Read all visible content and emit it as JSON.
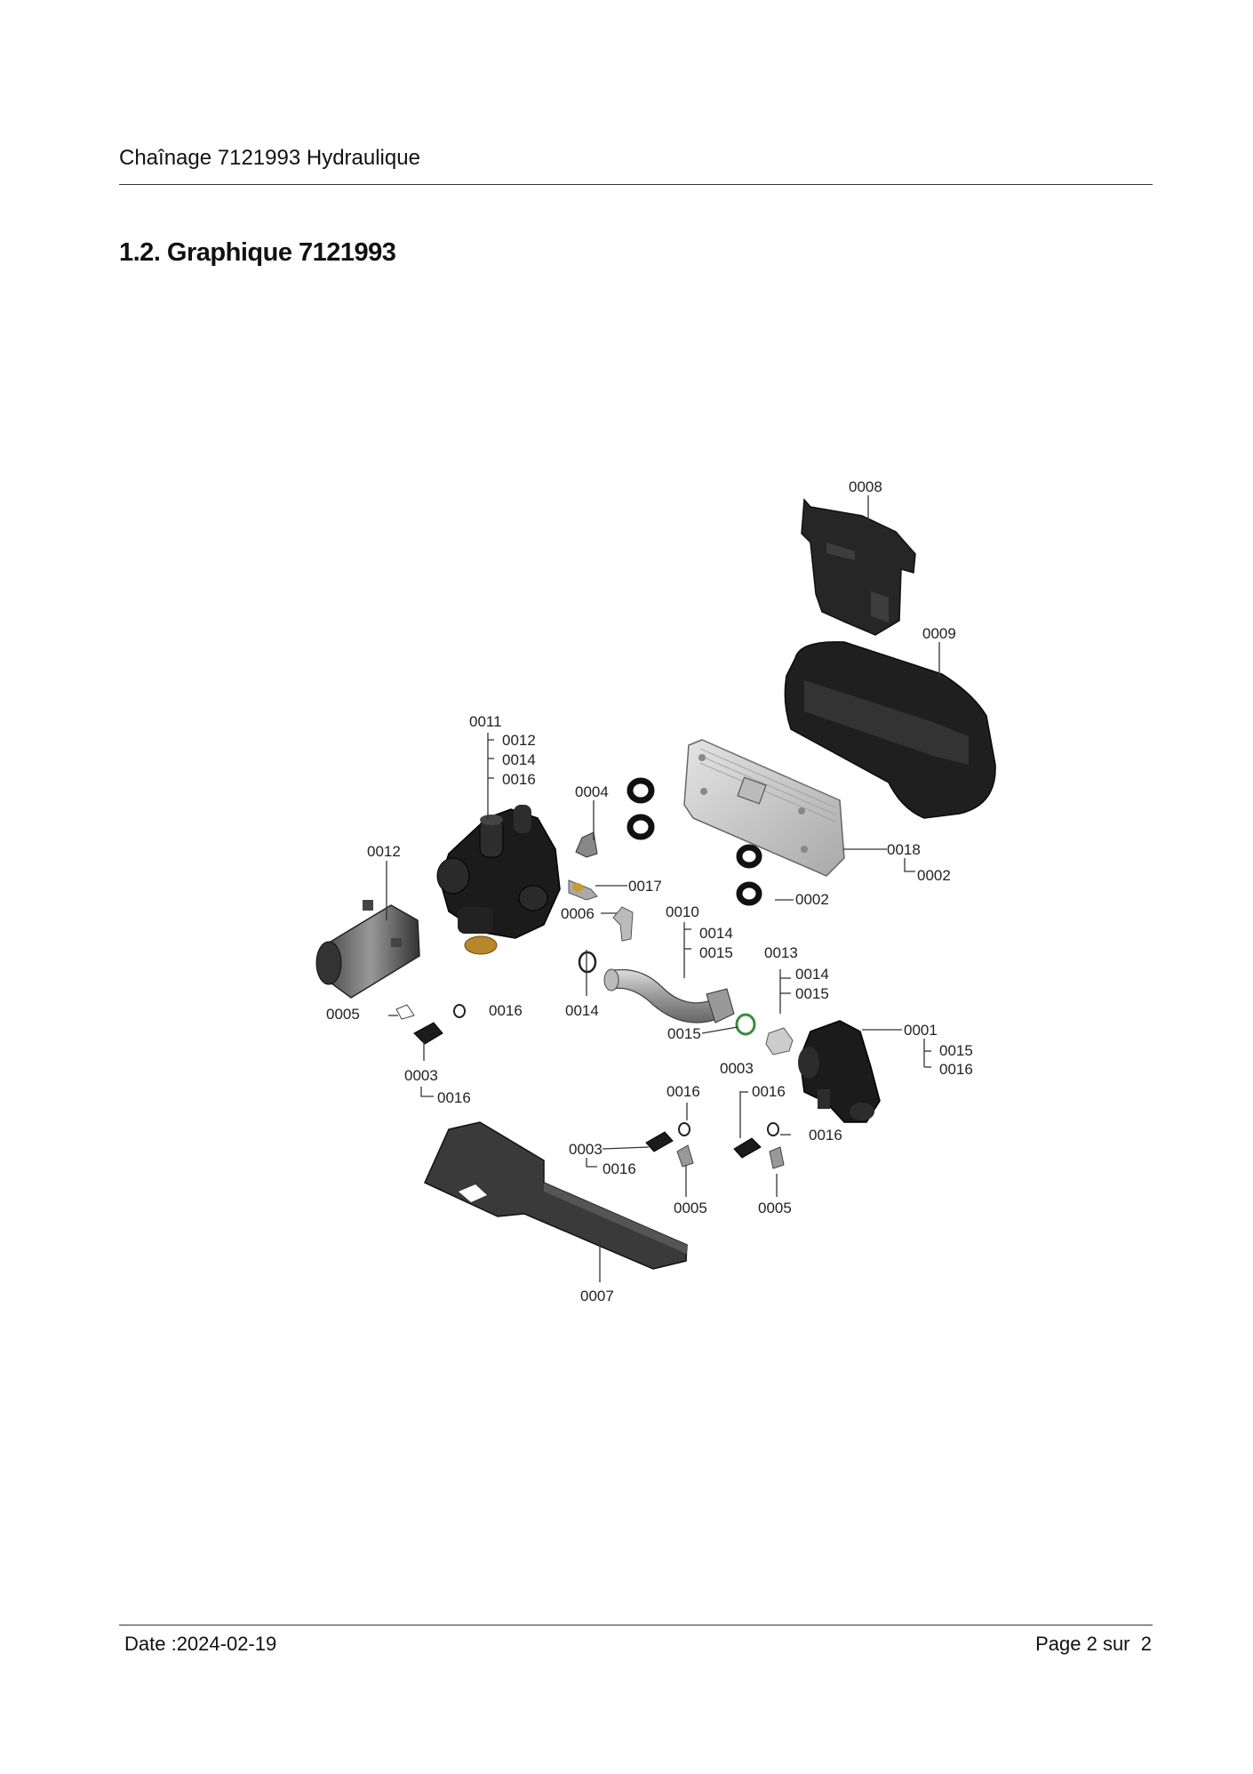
{
  "header": {
    "title": "Chaînage 7121993 Hydraulique"
  },
  "section": {
    "title": "1.2. Graphique 7121993"
  },
  "diagram": {
    "labels": {
      "l0008": "0008",
      "l0009": "0009",
      "l0011": "0011",
      "l0011_0012": "0012",
      "l0011_0014": "0014",
      "l0011_0016": "0016",
      "l0012": "0012",
      "l0004": "0004",
      "l0017": "0017",
      "l0006": "0006",
      "l0018": "0018",
      "l0018_0002": "0002",
      "l0002b": "0002",
      "l0010": "0010",
      "l0010_0014": "0014",
      "l0010_0015": "0015",
      "l0013": "0013",
      "l0013_0014": "0014",
      "l0013_0015": "0015",
      "l0005a": "0005",
      "l0016a": "0016",
      "l0014": "0014",
      "l0015": "0015",
      "l0001": "0001",
      "l0001_0015": "0015",
      "l0001_0016": "0016",
      "l0003a": "0003",
      "l0003a_0016": "0016",
      "l0003b": "0003",
      "l0016b": "0016",
      "l0016c": "0016",
      "l0003c": "0003",
      "l0003c_0016": "0016",
      "l0016d": "0016",
      "l0005b": "0005",
      "l0005c": "0005",
      "l0007": "0007"
    }
  },
  "footer": {
    "date": "Date :2024-02-19",
    "page": "Page 2 sur",
    "page_total": "2"
  }
}
